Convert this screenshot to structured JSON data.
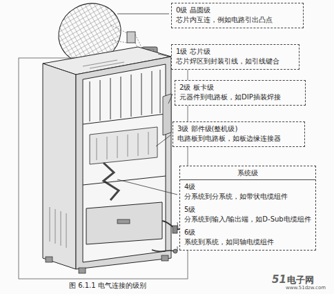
{
  "diagram": {
    "caption": "图 6.1.1 电气连接的级别",
    "nodes": [
      {
        "text": [
          "0级 晶圆级",
          "芯片内互连，例如电路引出凸点"
        ]
      },
      {
        "text": [
          "1级 芯片级",
          "芯片焊区到封装引线，如引线键合"
        ]
      },
      {
        "text": [
          "2级 板卡级",
          "元器件到电路板，如DIP插装焊接"
        ]
      },
      {
        "text": [
          "3级 部件级(整机级)",
          "电路板到电路板，如板边缘连接器"
        ]
      },
      {
        "text": [
          "系统级",
          "4级",
          "分系统到分系统，如带状电缆组件",
          "5级",
          "分系统到输入/输出端，如D-Sub电缆组件",
          "6级",
          "系统到系统，如同轴电缆组件"
        ]
      }
    ],
    "labels": [
      "51",
      "电子网",
      "www.51dzw.com"
    ]
  }
}
